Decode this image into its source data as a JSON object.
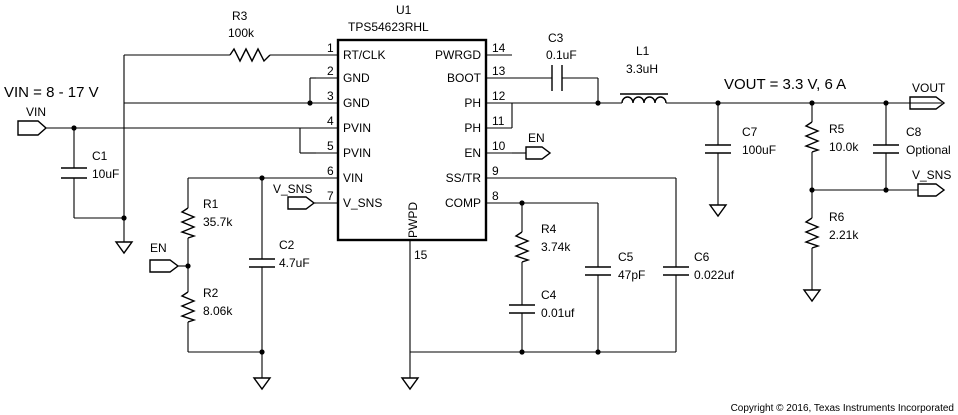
{
  "ic": {
    "ref": "U1",
    "part": "TPS54623RHL",
    "pad_label": "PWPD",
    "pad_number": "15",
    "left_pins": [
      {
        "num": "1",
        "name": "RT/CLK"
      },
      {
        "num": "2",
        "name": "GND"
      },
      {
        "num": "3",
        "name": "GND"
      },
      {
        "num": "4",
        "name": "PVIN"
      },
      {
        "num": "5",
        "name": "PVIN"
      },
      {
        "num": "6",
        "name": "VIN"
      },
      {
        "num": "7",
        "name": "V_SNS"
      }
    ],
    "right_pins": [
      {
        "num": "14",
        "name": "PWRGD"
      },
      {
        "num": "13",
        "name": "BOOT"
      },
      {
        "num": "12",
        "name": "PH"
      },
      {
        "num": "11",
        "name": "PH"
      },
      {
        "num": "10",
        "name": "EN"
      },
      {
        "num": "9",
        "name": "SS/TR"
      },
      {
        "num": "8",
        "name": "COMP"
      }
    ]
  },
  "components": {
    "R3": {
      "ref": "R3",
      "value": "100k"
    },
    "C3": {
      "ref": "C3",
      "value": "0.1uF"
    },
    "L1": {
      "ref": "L1",
      "value": "3.3uH"
    },
    "C1": {
      "ref": "C1",
      "value": "10uF"
    },
    "R1": {
      "ref": "R1",
      "value": "35.7k"
    },
    "R2": {
      "ref": "R2",
      "value": "8.06k"
    },
    "C2": {
      "ref": "C2",
      "value": "4.7uF"
    },
    "R4": {
      "ref": "R4",
      "value": "3.74k"
    },
    "C4": {
      "ref": "C4",
      "value": "0.01uf"
    },
    "C5": {
      "ref": "C5",
      "value": "47pF"
    },
    "C6": {
      "ref": "C6",
      "value": "0.022uf"
    },
    "C7": {
      "ref": "C7",
      "value": "100uF"
    },
    "R5": {
      "ref": "R5",
      "value": "10.0k"
    },
    "C8": {
      "ref": "C8",
      "value": "Optional"
    },
    "R6": {
      "ref": "R6",
      "value": "2.21k"
    }
  },
  "nets": {
    "vin_spec": "VIN = 8 - 17 V",
    "vout_spec": "VOUT = 3.3 V,  6 A",
    "vin_port": "VIN",
    "vout_port": "VOUT",
    "vsns_port_out": "V_SNS",
    "vsns_port_in": "V_SNS",
    "en_port_out": "EN",
    "en_port_in": "EN"
  },
  "copyright": "Copyright © 2016, Texas Instruments Incorporated"
}
